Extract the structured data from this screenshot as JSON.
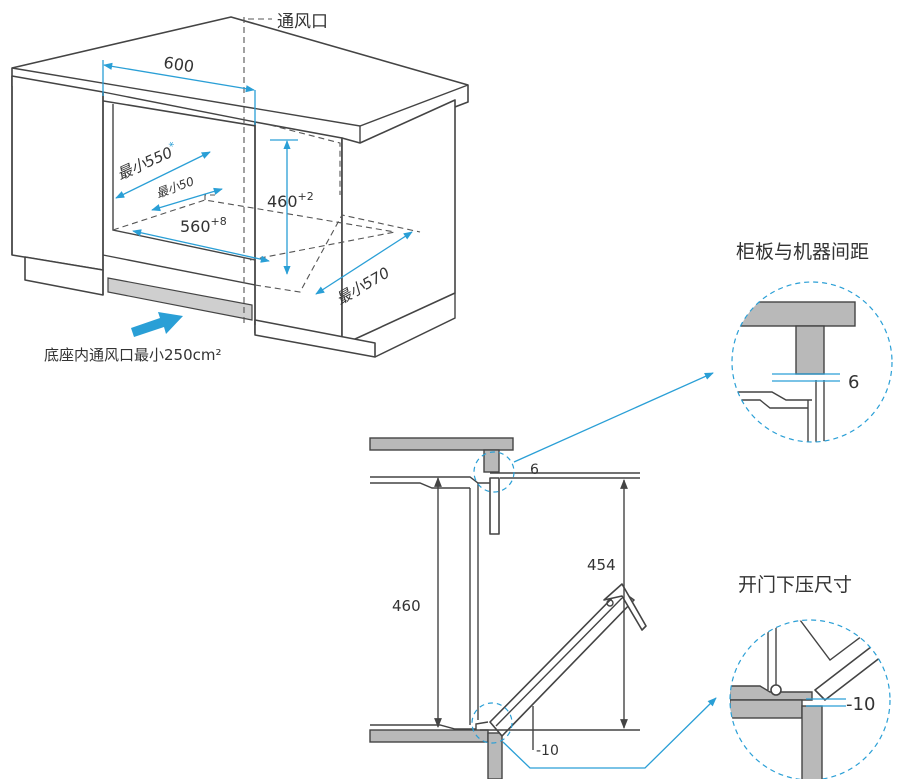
{
  "labels": {
    "vent": "通风口",
    "base_vent": "底座内通风口最小250cm²",
    "panel_gap_title": "柜板与机器间距",
    "door_press_title": "开门下压尺寸"
  },
  "dims": {
    "width_600": "600",
    "min550_text": "最小550",
    "min550_star": "*",
    "min50": "最小50",
    "h460_base": "460",
    "h460_sup": "+2",
    "w560_base": "560",
    "w560_sup": "+8",
    "min570": "最小570",
    "gap_6": "6",
    "h460_side": "460",
    "h454": "454",
    "press_neg10": "-10",
    "zoom_gap_6": "6",
    "zoom_press_neg10": "-10"
  },
  "colors": {
    "accent": "#2a9fd6",
    "outline": "#444444",
    "fill_gray": "#b9b9b9"
  },
  "icons": {
    "airflow": "arrow-icon"
  }
}
